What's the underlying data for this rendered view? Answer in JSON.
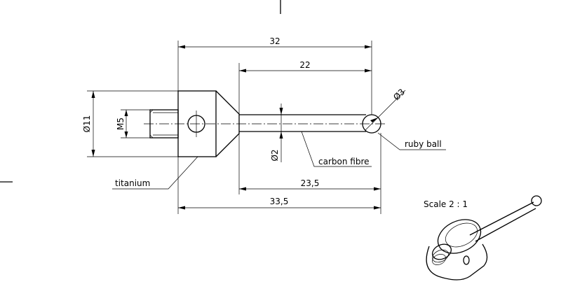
{
  "dimensions": {
    "overall_32": "32",
    "shaft_22": "22",
    "ball_dia": "Ø3",
    "body_dia": "Ø11",
    "thread": "M5",
    "stem_dia": "Ø2",
    "len_23_5": "23,5",
    "len_33_5": "33,5"
  },
  "labels": {
    "ruby_ball": "ruby ball",
    "carbon_fibre": "carbon fibre",
    "titanium": "titanium"
  },
  "scale_label": "Scale 2 : 1"
}
